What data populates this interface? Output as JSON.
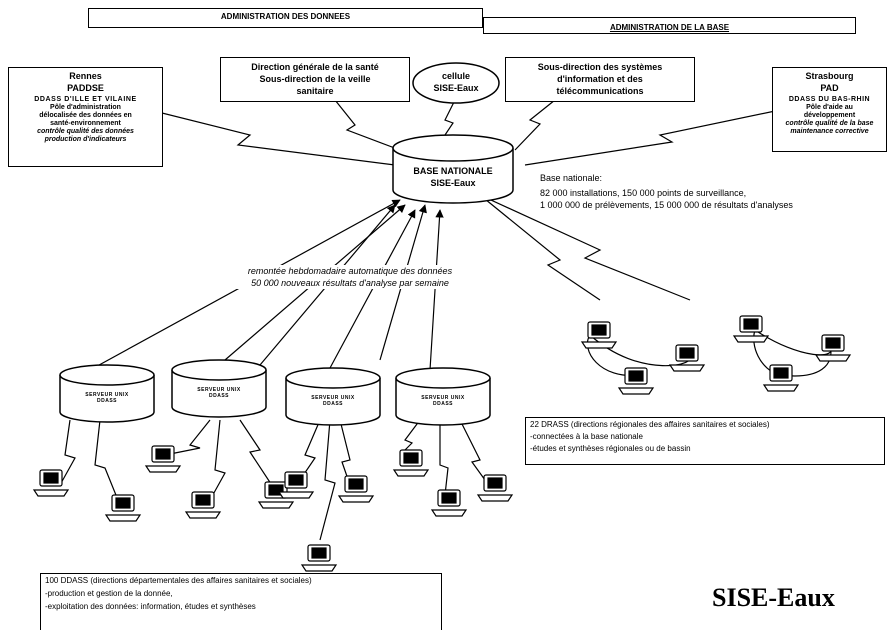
{
  "header": {
    "admin_data": "ADMINISTRATION DES DONNEES",
    "admin_base": "ADMINISTRATION DE LA BASE"
  },
  "rennes": {
    "city": "Rennes",
    "name": "PADDSE",
    "org": "DDASS D'ILLE ET VILAINE",
    "lines": [
      "Pôle d'administration",
      "délocalisée des données en",
      "santé-environnement",
      "contrôle qualité des données",
      "production d'indicateurs"
    ]
  },
  "dgs": {
    "line1": "Direction générale de la santé",
    "line2": "Sous-direction de la veille",
    "line3": "sanitaire"
  },
  "cellule": {
    "line1": "cellule",
    "line2": "SISE-Eaux"
  },
  "sdsi": {
    "line1": "Sous-direction des systèmes",
    "line2": "d'information et des",
    "line3": "télécommunications"
  },
  "strasbourg": {
    "city": "Strasbourg",
    "name": "PAD",
    "org": "DDASS DU BAS-RHIN",
    "lines": [
      "Pôle d'aide au",
      "développement",
      "contrôle qualité de la base",
      "maintenance corrective"
    ]
  },
  "base": {
    "line1": "BASE NATIONALE",
    "line2": "SISE-Eaux"
  },
  "base_info": {
    "title": "Base nationale:",
    "line1": "82 000 installations, 150 000 points de surveillance,",
    "line2": "1 000 000 de prélèvements, 15 000 000 de résultats d'analyses"
  },
  "remontee": {
    "line1": "remontée hebdomadaire automatique des données",
    "line2": "50 000 nouveaux résultats d'analyse par semaine"
  },
  "servers": [
    {
      "line1": "SERVEUR UNIX",
      "line2": "DDASS"
    },
    {
      "line1": "SERVEUR UNIX",
      "line2": "DDASS"
    },
    {
      "line1": "SERVEUR UNIX",
      "line2": "DDASS"
    },
    {
      "line1": "SERVEUR UNIX",
      "line2": "DDASS"
    }
  ],
  "drass": {
    "line1": "22 DRASS (directions régionales des affaires sanitaires et sociales)",
    "line2": "-connectées à la base nationale",
    "line3": "-études et synthèses régionales ou de bassin"
  },
  "ddass": {
    "line1": "100 DDASS (directions départementales des affaires sanitaires et sociales)",
    "line2": "-production et gestion de la donnée,",
    "line3": "-exploitation des données: information, études et synthèses"
  },
  "brand": "SISE-Eaux"
}
